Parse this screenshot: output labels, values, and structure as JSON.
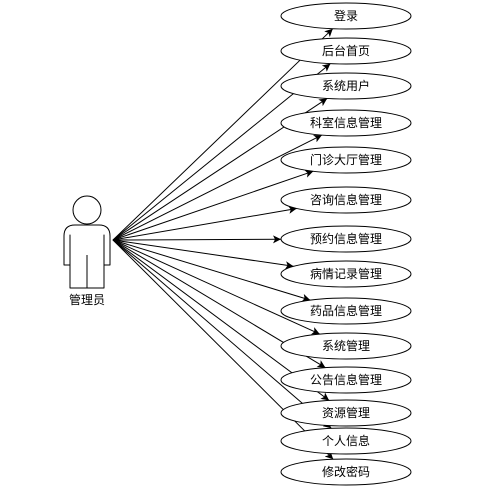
{
  "actor": {
    "label": "管理员"
  },
  "use_cases": [
    {
      "label": "登录"
    },
    {
      "label": "后台首页"
    },
    {
      "label": "系统用户"
    },
    {
      "label": "科室信息管理"
    },
    {
      "label": "门诊大厅管理"
    },
    {
      "label": "咨询信息管理"
    },
    {
      "label": "预约信息管理"
    },
    {
      "label": "病情记录管理"
    },
    {
      "label": "药品信息管理"
    },
    {
      "label": "系统管理"
    },
    {
      "label": "公告信息管理"
    },
    {
      "label": "资源管理"
    },
    {
      "label": "个人信息"
    },
    {
      "label": "修改密码"
    }
  ],
  "colors": {
    "stroke": "#000000",
    "fill": "#ffffff",
    "text": "#000000"
  }
}
